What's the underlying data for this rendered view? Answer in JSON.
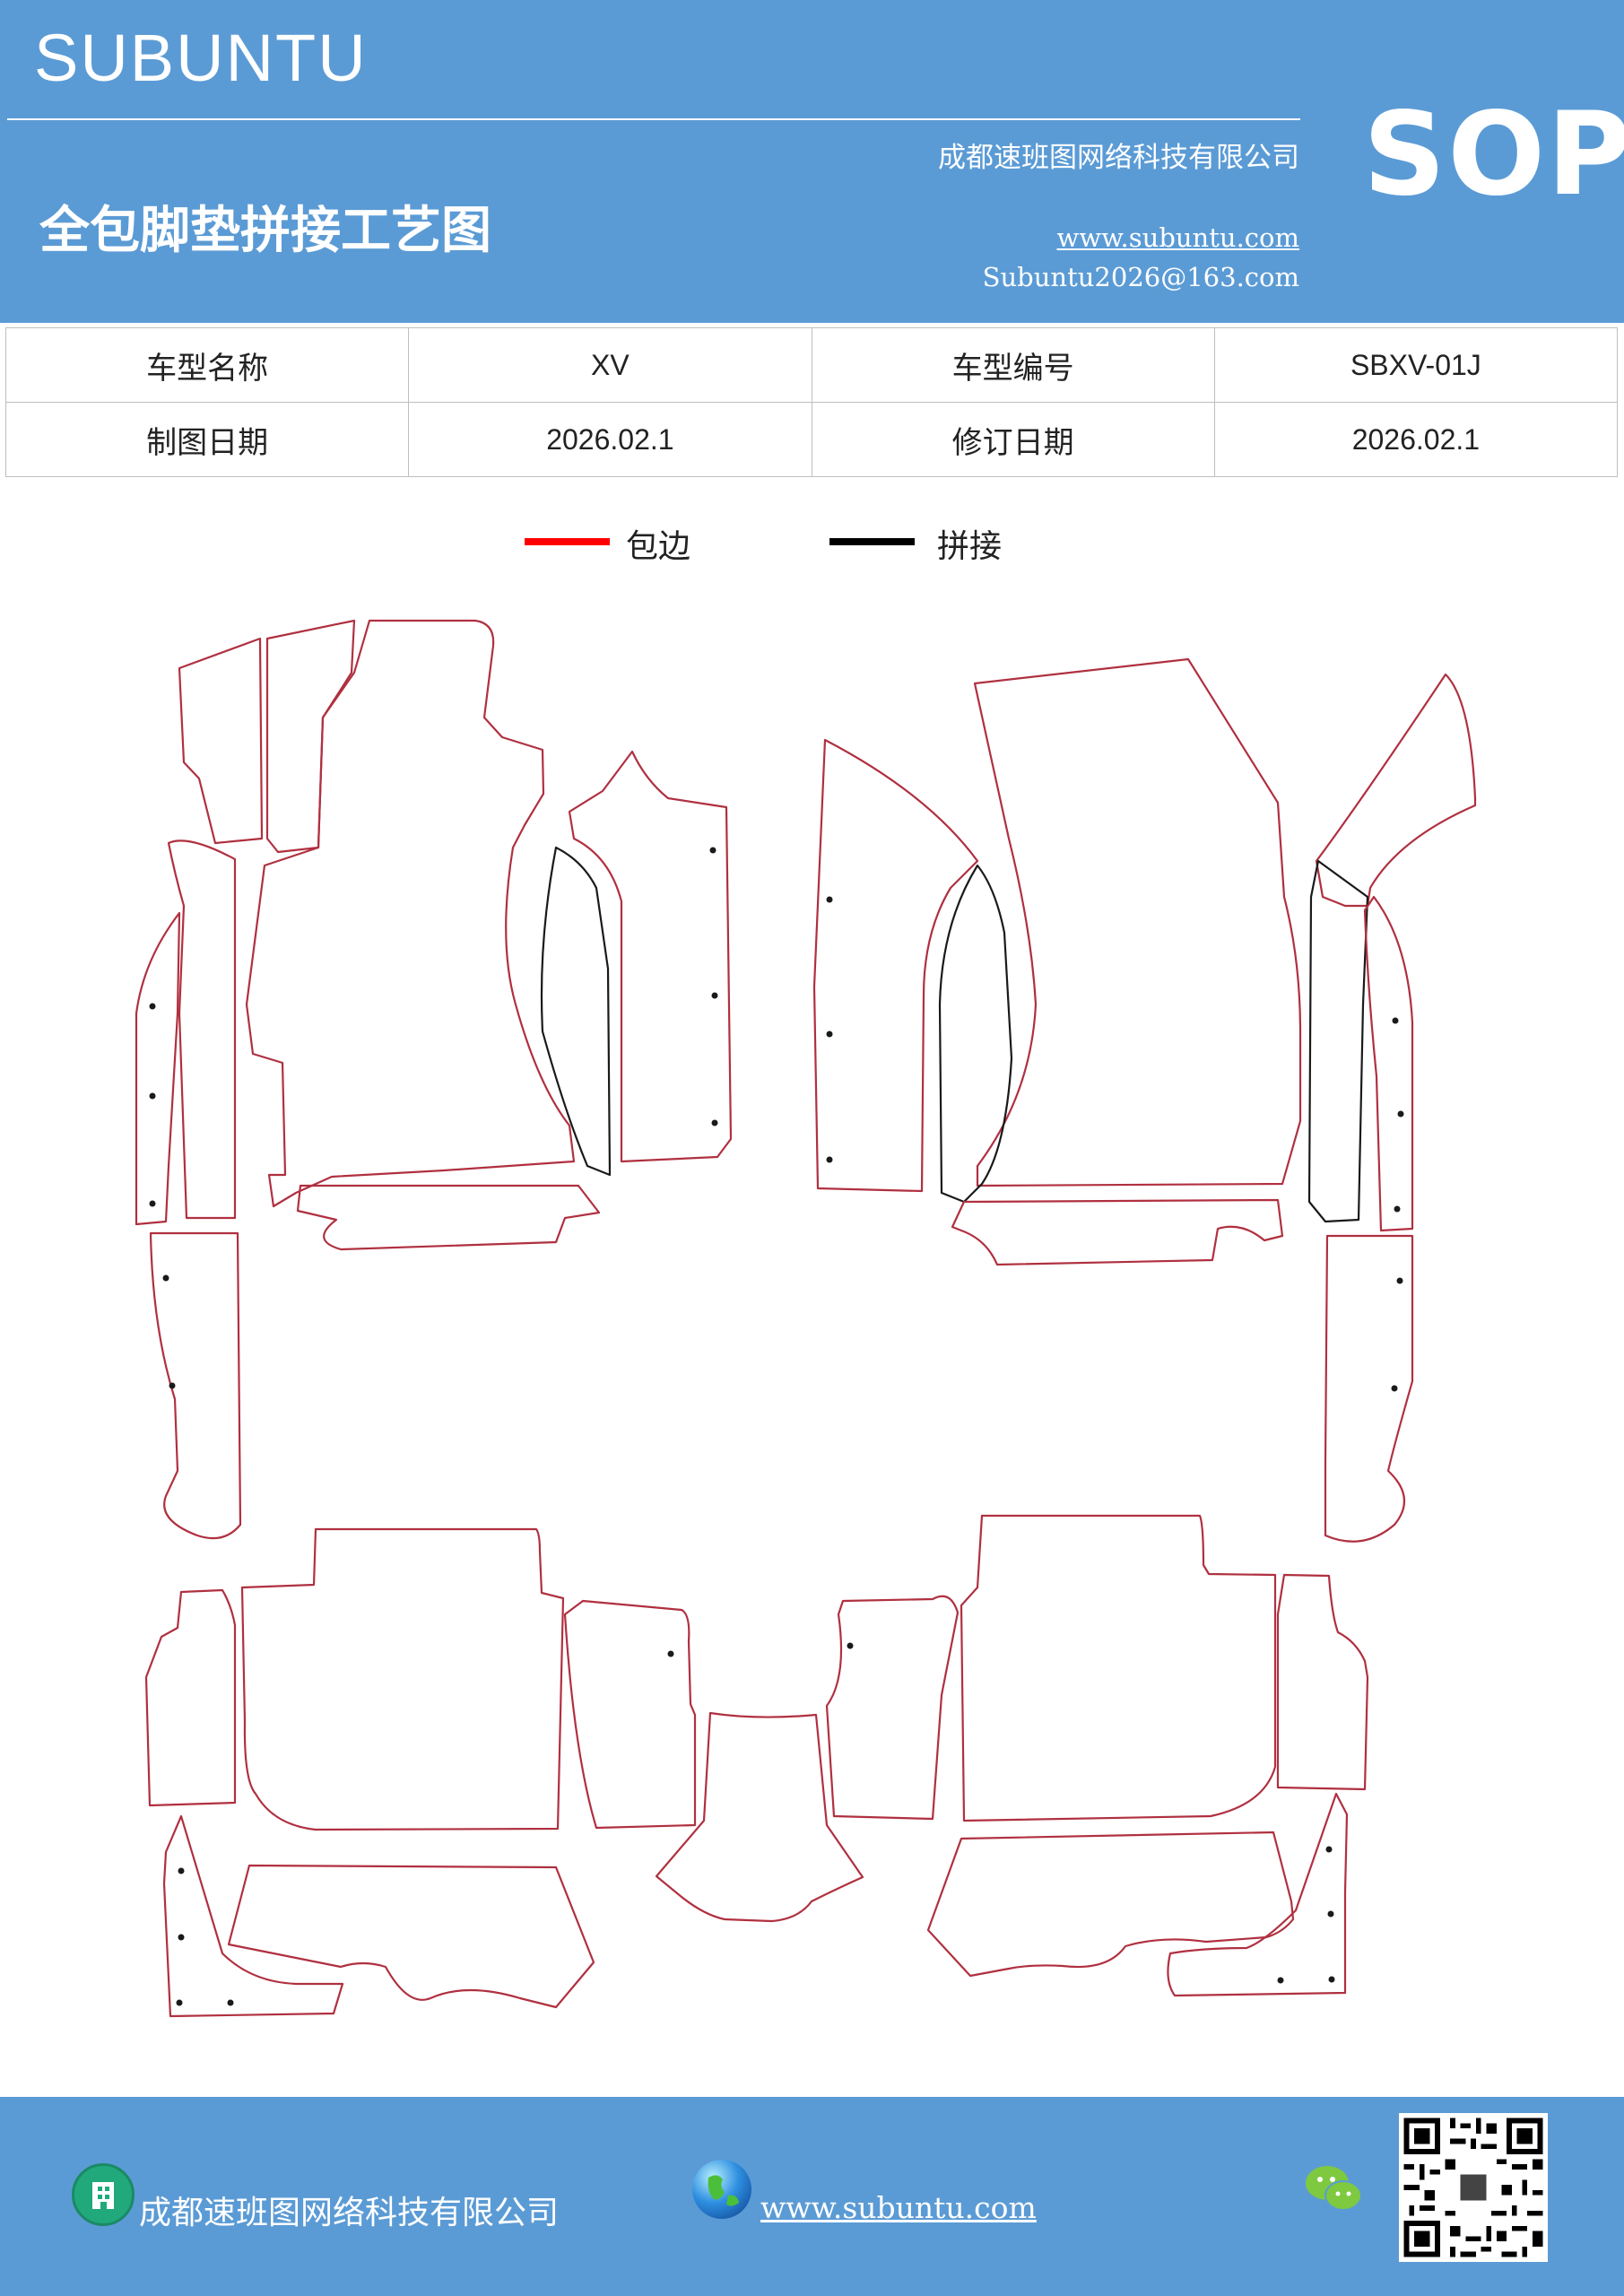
{
  "header": {
    "brand": "SUBUNTU",
    "company": "成都速班图网络科技有限公司",
    "badge": "SOP",
    "title": "全包脚垫拼接工艺图",
    "website": "www.subuntu.com",
    "email": "Subuntu2026@163.com"
  },
  "info_table": {
    "rows": [
      {
        "label1": "车型名称",
        "value1": "XV",
        "label2": "车型编号",
        "value2": "SBXV-01J"
      },
      {
        "label1": "制图日期",
        "value1": "2026.02.1",
        "label2": "修订日期",
        "value2": "2026.02.1"
      }
    ]
  },
  "legend": {
    "items": [
      {
        "label": "包边",
        "color": "#ff0000"
      },
      {
        "label": "拼接",
        "color": "#000000"
      }
    ]
  },
  "colors": {
    "header_bg": "#5b9bd5",
    "edge_line": "#b03040",
    "seam_line": "#1a1a1a"
  },
  "footer": {
    "company": "成都速班图网络科技有限公司",
    "website": "www.subuntu.com",
    "icons": [
      "building-icon",
      "globe-icon",
      "wechat-icon",
      "qr-code"
    ]
  }
}
